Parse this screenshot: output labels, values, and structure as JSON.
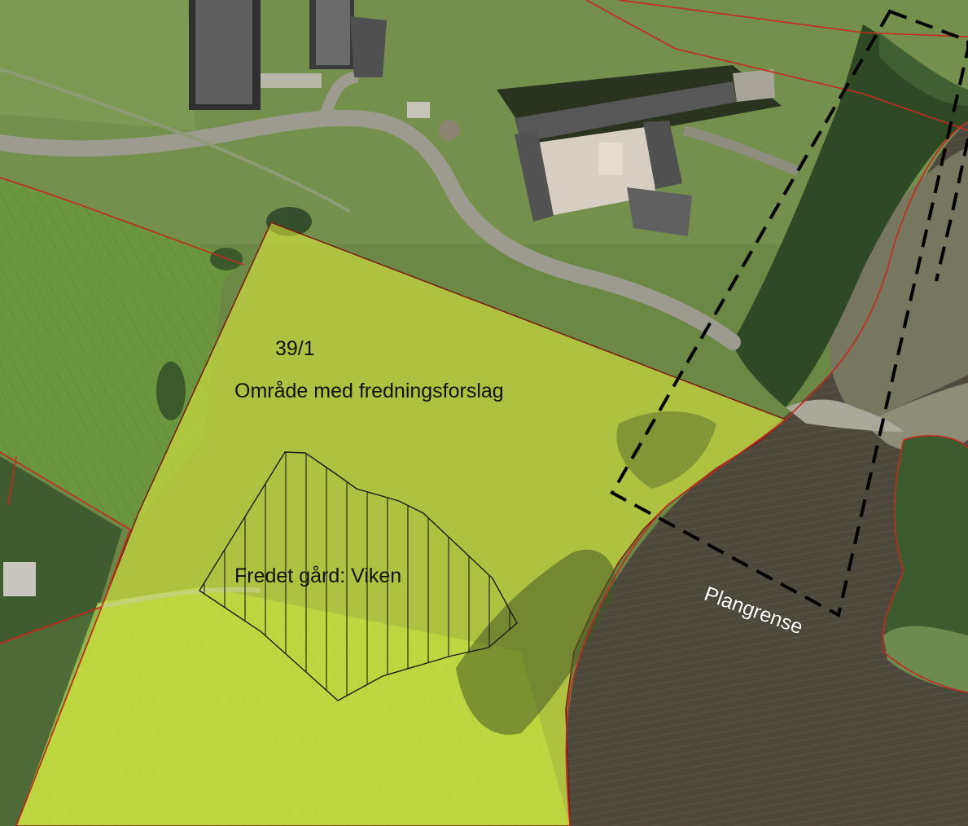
{
  "map": {
    "labels": {
      "parcel_id": "39/1",
      "protection_proposal_area": "Område med fredningsforslag",
      "protected_farm": "Fredet gård: Viken",
      "plan_boundary": "Plangrense"
    },
    "colors": {
      "grass_dark": "#5f7a3e",
      "grass_light": "#7d9a50",
      "field_bright": "#93b84a",
      "proposal_overlay": "#e6f03c",
      "water": "#4f4a3e",
      "water_light": "#6c6a58",
      "tidal_flat": "#8f907c",
      "road": "#9c9a8e",
      "roof": "#5c5c5c",
      "courtyard": "#d4ccc0",
      "trees": "#2f4a26",
      "property_line": "#c8281e",
      "plan_boundary_line": "#000000",
      "hatch_line": "#1a1a1a"
    }
  }
}
